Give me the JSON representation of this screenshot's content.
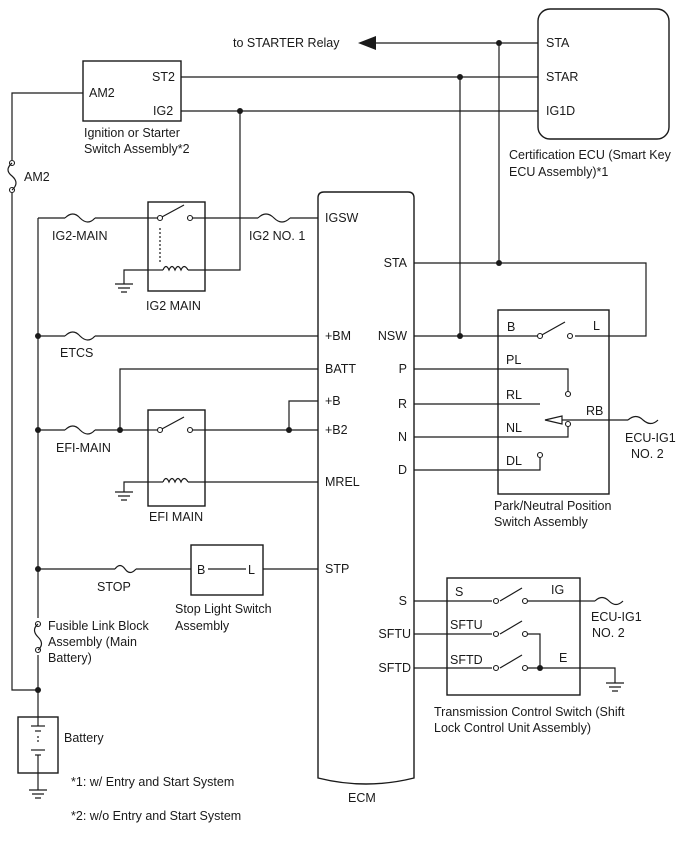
{
  "relay_arrow_label": "to STARTER Relay",
  "ignition_switch": {
    "name_line1": "Ignition or Starter",
    "name_line2": "Switch Assembly*2",
    "pin_am2": "AM2",
    "pin_st2": "ST2",
    "pin_ig2": "IG2"
  },
  "cert_ecu": {
    "name_line1": "Certification ECU (Smart Key",
    "name_line2": "ECU Assembly)*1",
    "pin_sta": "STA",
    "pin_star": "STAR",
    "pin_ig1d": "IG1D"
  },
  "fuses": {
    "am2": "AM2",
    "ig2_main": "IG2-MAIN",
    "ig2_no1": "IG2 NO. 1",
    "etcs": "ETCS",
    "efi_main": "EFI-MAIN",
    "stop": "STOP"
  },
  "relays": {
    "ig2_main": "IG2 MAIN",
    "efi_main": "EFI MAIN"
  },
  "ecm": {
    "name": "ECM",
    "left_pins": [
      "IGSW",
      "+BM",
      "BATT",
      "+B",
      "+B2",
      "MREL",
      "STP"
    ],
    "right_pins": [
      "STA",
      "NSW",
      "P",
      "R",
      "N",
      "D",
      "S",
      "SFTU",
      "SFTD"
    ]
  },
  "pnp_switch": {
    "name_line1": "Park/Neutral Position",
    "name_line2": "Switch Assembly",
    "pin_b": "B",
    "pin_l": "L",
    "pin_pl": "PL",
    "pin_rl": "RL",
    "pin_nl": "NL",
    "pin_dl": "DL",
    "pin_rb": "RB",
    "ecu_ig1_line1": "ECU-IG1",
    "ecu_ig1_line2": "NO. 2"
  },
  "stop_switch": {
    "name_line1": "Stop Light Switch",
    "name_line2": "Assembly",
    "pin_b": "B",
    "pin_l": "L"
  },
  "fusible_link": {
    "line1": "Fusible Link Block",
    "line2": "Assembly (Main",
    "line3": "Battery)"
  },
  "battery": "Battery",
  "trans_switch": {
    "name_line1": "Transmission Control Switch (Shift",
    "name_line2": "Lock Control Unit Assembly)",
    "pin_s": "S",
    "pin_sftu": "SFTU",
    "pin_sftd": "SFTD",
    "pin_ig": "IG",
    "pin_e": "E",
    "ecu_ig1_line1": "ECU-IG1",
    "ecu_ig1_line2": "NO. 2"
  },
  "notes": {
    "note1": "*1: w/ Entry and Start System",
    "note2": "*2: w/o Entry and Start System"
  }
}
